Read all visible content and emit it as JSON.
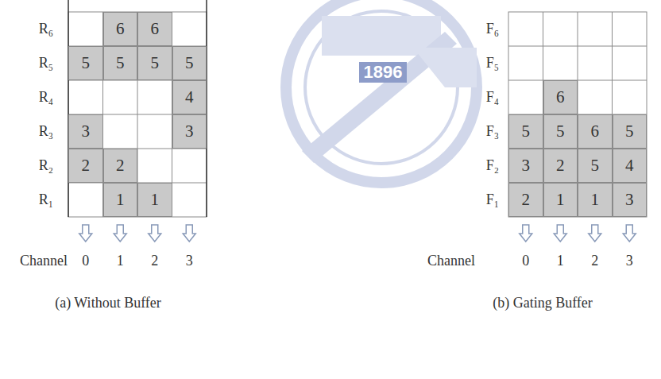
{
  "diagram": {
    "nodes": [
      {
        "text": [
          "6"
        ]
      },
      {
        "text": [
          "6"
        ]
      },
      {
        "text": [
          "5"
        ]
      },
      {
        "text": [
          "5"
        ]
      },
      {
        "text": [
          "5"
        ]
      },
      {
        "text": [
          "5"
        ]
      },
      {
        "text": [
          "4"
        ]
      },
      {
        "text": [
          "3"
        ]
      },
      {
        "text": [
          "3"
        ]
      },
      {
        "text": [
          "2"
        ]
      },
      {
        "text": [
          "2"
        ]
      },
      {
        "text": [
          "1"
        ]
      },
      {
        "text": [
          "1"
        ]
      },
      {
        "text": [
          "6"
        ]
      },
      {
        "text": [
          "5"
        ]
      },
      {
        "text": [
          "5"
        ]
      },
      {
        "text": [
          "6"
        ]
      },
      {
        "text": [
          "5"
        ]
      },
      {
        "text": [
          "3"
        ]
      },
      {
        "text": [
          "2"
        ]
      },
      {
        "text": [
          "5"
        ]
      },
      {
        "text": [
          "4"
        ]
      },
      {
        "text": [
          "2"
        ]
      },
      {
        "text": [
          "1"
        ]
      },
      {
        "text": [
          "1"
        ]
      },
      {
        "text": [
          "3"
        ]
      }
    ],
    "labels": [
      "R₆",
      "R₅",
      "R₄",
      "R₃",
      "R₂",
      "R₁",
      "Channel",
      "0",
      "1",
      "2",
      "3",
      "(a) Without Buffer",
      "1896",
      "F₆",
      "F₅",
      "F₄",
      "F₃",
      "F₂",
      "F₁",
      "Channel",
      "0",
      "1",
      "2",
      "3",
      "(b) Gating Buffer"
    ]
  }
}
